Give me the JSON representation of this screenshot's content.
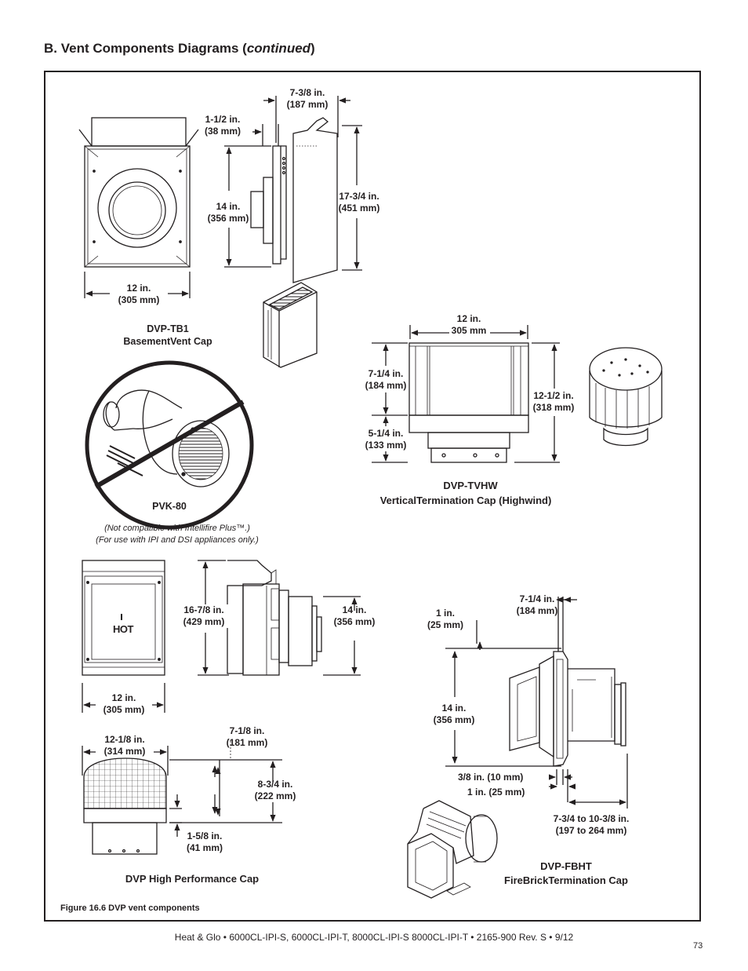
{
  "header": {
    "title_main": "B.  Vent Components Diagrams (",
    "title_italic": "continued",
    "title_end": ")"
  },
  "dvp_tb1": {
    "dim_depth": "7-3/8 in.\n(187 mm)",
    "dim_flange": "1-1/2 in.\n(38 mm)",
    "dim_height_side": "14 in.\n(356 mm)",
    "dim_height_total": "17-3/4 in.\n(451 mm)",
    "dim_width": "12 in.\n(305 mm)",
    "caption": "DVP-TB1\nBasementVent Cap"
  },
  "pvk80": {
    "caption": "PVK-80",
    "note_1": "(Not compatible with Intellifire Plus™.)",
    "note_2": "(For use with IPI and DSI appliances only.)"
  },
  "dvp_tvhw": {
    "dim_width": "12 in.\n305 mm",
    "dim_upper": "7-1/4 in.\n(184 mm)",
    "dim_lower": "5-1/4 in.\n(133 mm)",
    "dim_total": "12-1/2 in.\n(318 mm)",
    "caption_1": "DVP-TVHW",
    "caption_2": "VerticalTermination Cap (Highwind)"
  },
  "dvp_hp": {
    "hot_label": "HOT",
    "dim_height_left": "16-7/8 in.\n(429 mm)",
    "dim_height_right": "14 in.\n(356 mm)",
    "dim_width_guard": "12 in.\n(305 mm)",
    "dim_width_top": "12-1/8 in.\n(314 mm)",
    "dim_depth_top": "7-1/8 in.\n(181 mm)",
    "dim_height_top": "8-3/4 in.\n(222 mm)",
    "dim_collar": "1-5/8 in.\n(41 mm)",
    "caption": "DVP High Performance Cap"
  },
  "dvp_fbht": {
    "dim_depth": "7-1/4 in.\n(184 mm)",
    "dim_offset": "1 in.\n(25 mm)",
    "dim_height": "14 in.\n(356 mm)",
    "dim_small_1": "3/8 in. (10 mm)",
    "dim_small_2": "1 in. (25 mm)",
    "dim_range": "7-3/4 to 10-3/8 in.\n(197 to 264 mm)",
    "caption": "DVP-FBHT\nFireBrickTermination Cap"
  },
  "figure_caption": "Figure 16.6  DVP vent components",
  "footer": "Heat & Glo  •   6000CL-IPI-S, 6000CL-IPI-T, 8000CL-IPI-S 8000CL-IPI-T  •  2165-900 Rev. S  •  9/12",
  "page_number": "73"
}
